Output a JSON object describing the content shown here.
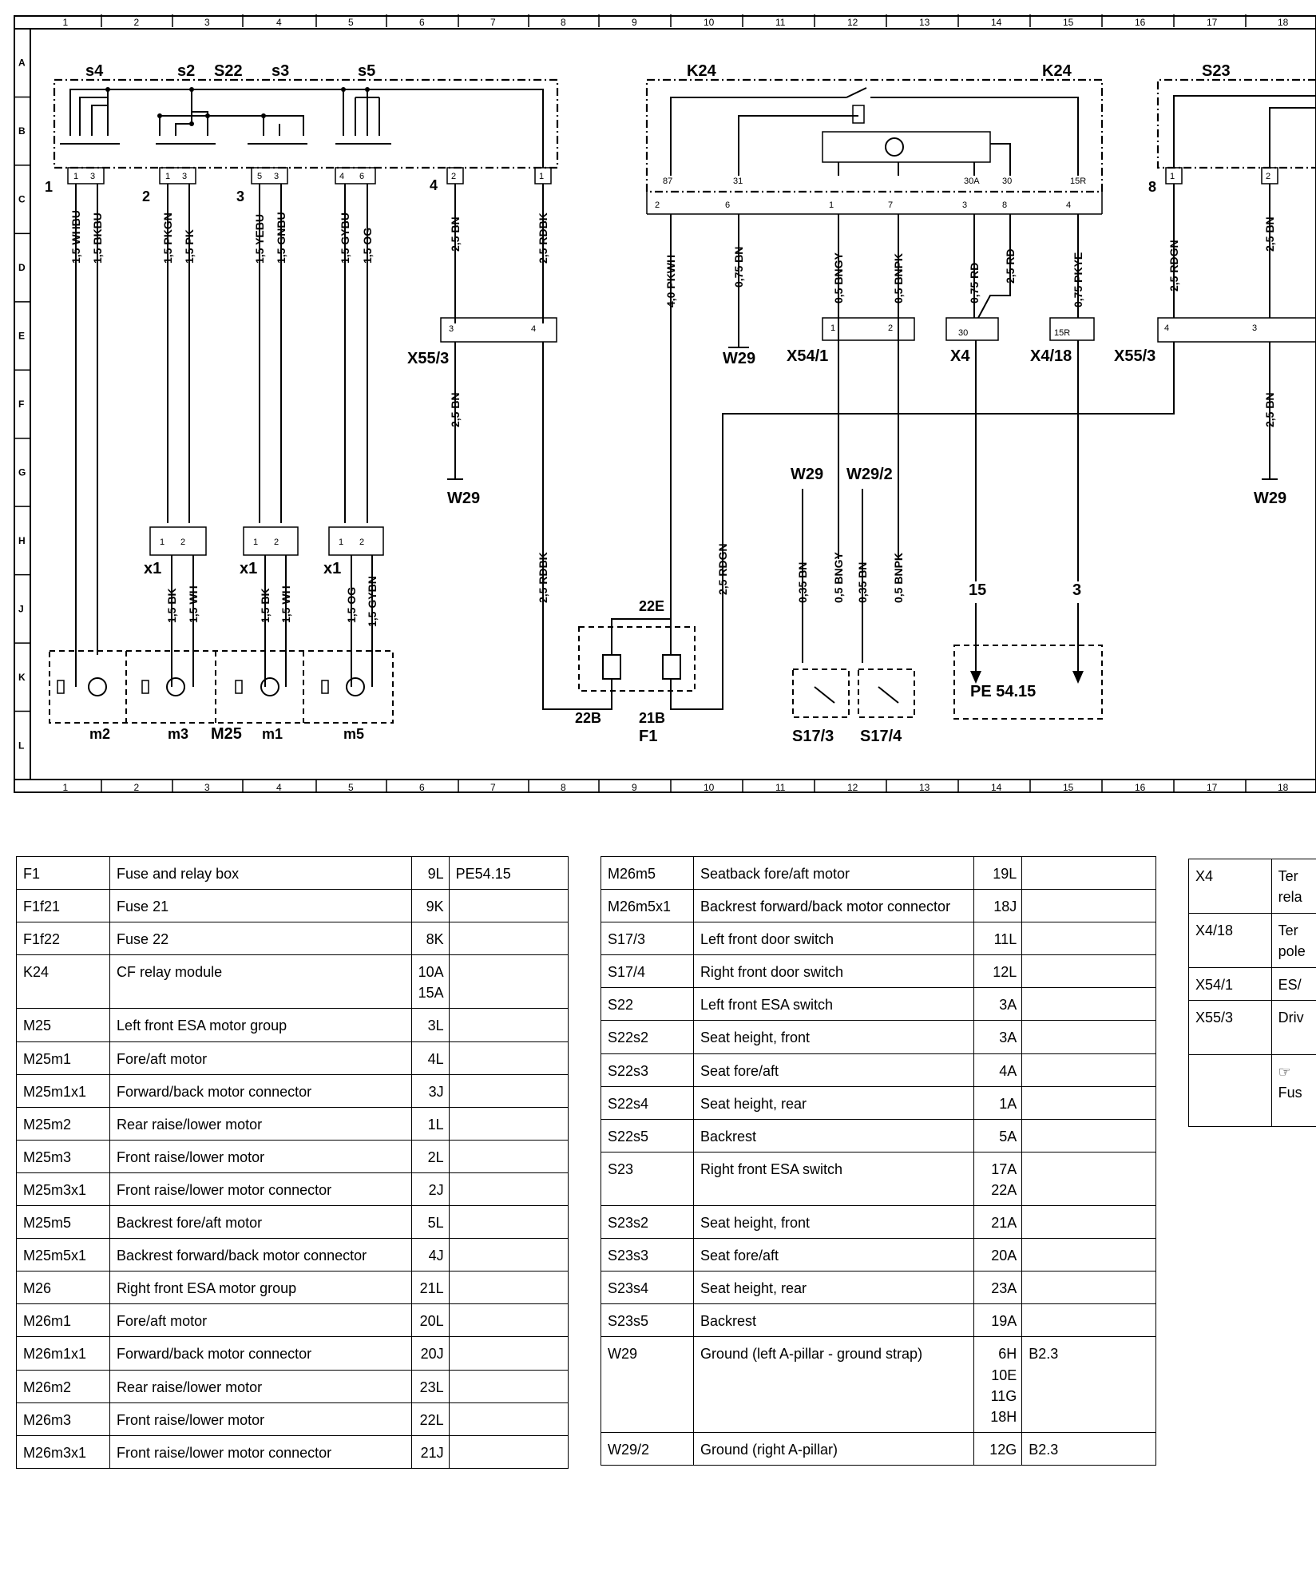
{
  "grid": {
    "columns": [
      "1",
      "2",
      "3",
      "4",
      "5",
      "6",
      "7",
      "8",
      "9",
      "10",
      "11",
      "12",
      "13",
      "14",
      "15",
      "16",
      "17",
      "18"
    ],
    "rows": [
      "A",
      "B",
      "C",
      "D",
      "E",
      "F",
      "G",
      "H",
      "J",
      "K",
      "L"
    ]
  },
  "components": {
    "s4": "s4",
    "s2": "s2",
    "s22": "S22",
    "s3": "s3",
    "s5": "s5",
    "k24_left": "K24",
    "k24_right": "K24",
    "s23": "S23",
    "x55_3_left": "X55/3",
    "x55_3_right": "X55/3",
    "w29_a": "W29",
    "w29_b": "W29",
    "w29_c": "W29",
    "w29_d": "W29",
    "w29_2": "W29/2",
    "x54_1": "X54/1",
    "x4": "X4",
    "x4_18": "X4/18",
    "x1_a": "x1",
    "x1_b": "x1",
    "x1_c": "x1",
    "m2": "m2",
    "m3": "m3",
    "m25": "M25",
    "m1": "m1",
    "m5": "m5",
    "f1": "F1",
    "f22e": "22E",
    "f22b": "22B",
    "f21b": "21B",
    "s17_3": "S17/3",
    "s17_4": "S17/4",
    "pe_ref": "PE 54.15",
    "arrow_15": "15",
    "arrow_3": "3"
  },
  "connector_numbers": {
    "c1": "1",
    "c2": "2",
    "c3": "3",
    "c4": "4",
    "c8": "8"
  },
  "wires": {
    "w1": "1,5 WHBU",
    "w2": "1,5 BKBU",
    "w3": "1,5 PKGN",
    "w4": "1,5 PK",
    "w5": "1,5 YEBU",
    "w6": "1,5 GNBU",
    "w7": "1,5 GYBU",
    "w8": "1,5 OG",
    "w9": "2,5 BN",
    "w10": "2,5 RDBK",
    "w11": "4,0 PKWH",
    "w12": "0,75 BN",
    "w13": "0,5 BNGY",
    "w14": "0,5 BNPK",
    "w15": "0,75 RD",
    "w16": "2,5 RD",
    "w17": "0,75 PKYE",
    "w18": "2,5 RDGN",
    "w19": "2,5 BN",
    "w20": "2,5 BN",
    "w21": "2,5 RDBK",
    "w22": "2,5 RDGN",
    "w23": "0,35 BN",
    "w24": "0,5 BNGY",
    "w25": "0,35 BN",
    "w26": "0,5 BNPK",
    "w27": "2,5 BN",
    "x1a_l": "1,5 BK",
    "x1a_r": "1,5 WH",
    "x1b_l": "1,5 BK",
    "x1b_r": "1,5 WH",
    "x1c_l": "1,5 OG",
    "x1c_r": "1,5 GYBN"
  },
  "pins": {
    "k87": "87",
    "k31": "31",
    "k30a": "30A",
    "k30": "30",
    "k15r": "15R",
    "p2": "2",
    "p6": "6",
    "p1": "1",
    "p7": "7",
    "p3": "3",
    "p8": "8",
    "p4": "4",
    "x4_30": "30",
    "x4_18_15r": "15R"
  },
  "legend1": [
    {
      "code": "F1",
      "desc": "Fuse and relay box",
      "loc": "9L",
      "ref": "PE54.15"
    },
    {
      "code": "F1f21",
      "desc": "Fuse 21",
      "loc": "9K",
      "ref": ""
    },
    {
      "code": "F1f22",
      "desc": "Fuse 22",
      "loc": "8K",
      "ref": ""
    },
    {
      "code": "K24",
      "desc": "CF relay module",
      "loc": "10A\n15A",
      "ref": ""
    },
    {
      "code": "M25",
      "desc": "Left front ESA motor group",
      "loc": "3L",
      "ref": ""
    },
    {
      "code": "M25m1",
      "desc": "Fore/aft motor",
      "loc": "4L",
      "ref": ""
    },
    {
      "code": "M25m1x1",
      "desc": "Forward/back motor connector",
      "loc": "3J",
      "ref": ""
    },
    {
      "code": "M25m2",
      "desc": "Rear raise/lower motor",
      "loc": "1L",
      "ref": ""
    },
    {
      "code": "M25m3",
      "desc": "Front raise/lower motor",
      "loc": "2L",
      "ref": ""
    },
    {
      "code": "M25m3x1",
      "desc": "Front raise/lower motor connector",
      "loc": "2J",
      "ref": ""
    },
    {
      "code": "M25m5",
      "desc": "Backrest fore/aft motor",
      "loc": "5L",
      "ref": ""
    },
    {
      "code": "M25m5x1",
      "desc": "Backrest forward/back motor connector",
      "loc": "4J",
      "ref": ""
    },
    {
      "code": "M26",
      "desc": "Right front ESA motor group",
      "loc": "21L",
      "ref": ""
    },
    {
      "code": "M26m1",
      "desc": "Fore/aft motor",
      "loc": "20L",
      "ref": ""
    },
    {
      "code": "M26m1x1",
      "desc": "Forward/back motor connector",
      "loc": "20J",
      "ref": ""
    },
    {
      "code": "M26m2",
      "desc": "Rear raise/lower motor",
      "loc": "23L",
      "ref": ""
    },
    {
      "code": "M26m3",
      "desc": "Front raise/lower motor",
      "loc": "22L",
      "ref": ""
    },
    {
      "code": "M26m3x1",
      "desc": "Front raise/lower motor connector",
      "loc": "21J",
      "ref": ""
    }
  ],
  "legend2": [
    {
      "code": "M26m5",
      "desc": "Seatback fore/aft motor",
      "loc": "19L",
      "ref": ""
    },
    {
      "code": "M26m5x1",
      "desc": "Backrest forward/back motor connector",
      "loc": "18J",
      "ref": ""
    },
    {
      "code": "S17/3",
      "desc": "Left front door switch",
      "loc": "11L",
      "ref": ""
    },
    {
      "code": "S17/4",
      "desc": "Right front door switch",
      "loc": "12L",
      "ref": ""
    },
    {
      "code": "S22",
      "desc": "Left front ESA switch",
      "loc": "3A",
      "ref": ""
    },
    {
      "code": "S22s2",
      "desc": "Seat height, front",
      "loc": "3A",
      "ref": ""
    },
    {
      "code": "S22s3",
      "desc": "Seat fore/aft",
      "loc": "4A",
      "ref": ""
    },
    {
      "code": "S22s4",
      "desc": "Seat height, rear",
      "loc": "1A",
      "ref": ""
    },
    {
      "code": "S22s5",
      "desc": "Backrest",
      "loc": "5A",
      "ref": ""
    },
    {
      "code": "S23",
      "desc": "Right front ESA switch",
      "loc": "17A\n22A",
      "ref": ""
    },
    {
      "code": "S23s2",
      "desc": "Seat height, front",
      "loc": "21A",
      "ref": ""
    },
    {
      "code": "S23s3",
      "desc": "Seat fore/aft",
      "loc": "20A",
      "ref": ""
    },
    {
      "code": "S23s4",
      "desc": "Seat height, rear",
      "loc": "23A",
      "ref": ""
    },
    {
      "code": "S23s5",
      "desc": "Backrest",
      "loc": "19A",
      "ref": ""
    },
    {
      "code": "W29",
      "desc": "Ground (left A-pillar - ground strap)",
      "loc": "6H\n10E\n11G\n18H",
      "ref": "B2.3"
    },
    {
      "code": "W29/2",
      "desc": "Ground (right A-pillar)",
      "loc": "12G",
      "ref": "B2.3"
    }
  ],
  "legend3": [
    {
      "code": "X4",
      "desc": "Ter\nrela"
    },
    {
      "code": "X4/18",
      "desc": "Ter\npole"
    },
    {
      "code": "X54/1",
      "desc": "ES/"
    },
    {
      "code": "X55/3",
      "desc": "Driv"
    },
    {
      "code": "",
      "desc": "☞\nFus"
    }
  ]
}
